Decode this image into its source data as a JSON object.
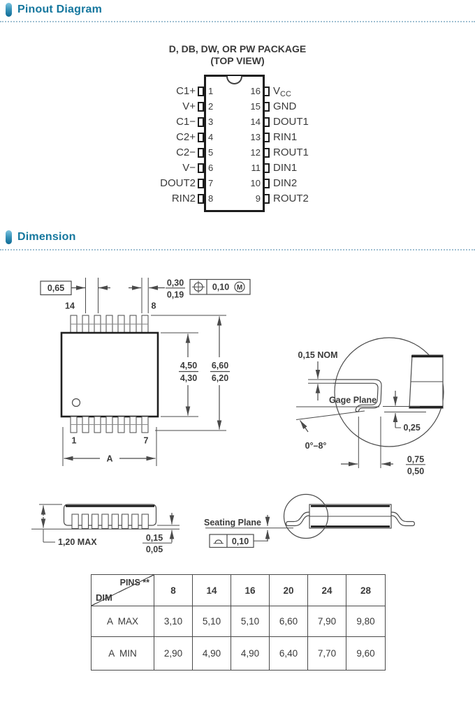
{
  "colors": {
    "accent": "#15779E",
    "drawing_ink": "#3a3a3a",
    "drawing_line": "#4a4a4a"
  },
  "sections": {
    "pinout": {
      "title": "Pinout Diagram"
    },
    "dimension": {
      "title": "Dimension"
    }
  },
  "pinout": {
    "package_title": "D, DB, DW, OR PW PACKAGE",
    "view_label": "(TOP VIEW)",
    "left_pins": [
      {
        "number": "1",
        "label": "C1+"
      },
      {
        "number": "2",
        "label": "V+"
      },
      {
        "number": "3",
        "label": "C1−"
      },
      {
        "number": "4",
        "label": "C2+"
      },
      {
        "number": "5",
        "label": "C2−"
      },
      {
        "number": "6",
        "label": "V−"
      },
      {
        "number": "7",
        "label": "DOUT2"
      },
      {
        "number": "8",
        "label": "RIN2"
      }
    ],
    "right_pins": [
      {
        "number": "16",
        "label": "V",
        "sub": "CC"
      },
      {
        "number": "15",
        "label": "GND"
      },
      {
        "number": "14",
        "label": "DOUT1"
      },
      {
        "number": "13",
        "label": "RIN1"
      },
      {
        "number": "12",
        "label": "ROUT1"
      },
      {
        "number": "11",
        "label": "DIN1"
      },
      {
        "number": "10",
        "label": "DIN2"
      },
      {
        "number": "9",
        "label": "ROUT2"
      }
    ]
  },
  "dimension": {
    "labels": {
      "pitch": "0,65",
      "lead_width_max": "0,30",
      "lead_width_min": "0,19",
      "position_tolerance": "0,10",
      "tolerance_modifier": "M",
      "pins_top_left": "14",
      "pins_top_right": "8",
      "pins_bottom_left": "1",
      "pins_bottom_right": "7",
      "body_width_max": "4,50",
      "body_width_min": "4,30",
      "overall_width_max": "6,60",
      "overall_width_min": "6,20",
      "length_dim": "A",
      "lead_thickness": "0,15 NOM",
      "gage_plane": "Gage Plane",
      "gage_to_seating": "0,25",
      "lead_angle": "0°–8°",
      "foot_length_max": "0,75",
      "foot_length_min": "0,50",
      "height_max": "1,20 MAX",
      "standoff_max": "0,15",
      "standoff_min": "0,05",
      "seating_plane": "Seating Plane",
      "flatness_tolerance": "0,10"
    },
    "table": {
      "corner_top": "PINS **",
      "corner_bottom": "DIM",
      "columns": [
        "8",
        "14",
        "16",
        "20",
        "24",
        "28"
      ],
      "rows": [
        {
          "label": "A  MAX",
          "values": [
            "3,10",
            "5,10",
            "5,10",
            "6,60",
            "7,90",
            "9,80"
          ]
        },
        {
          "label": "A  MIN",
          "values": [
            "2,90",
            "4,90",
            "4,90",
            "6,40",
            "7,70",
            "9,60"
          ]
        }
      ]
    }
  }
}
